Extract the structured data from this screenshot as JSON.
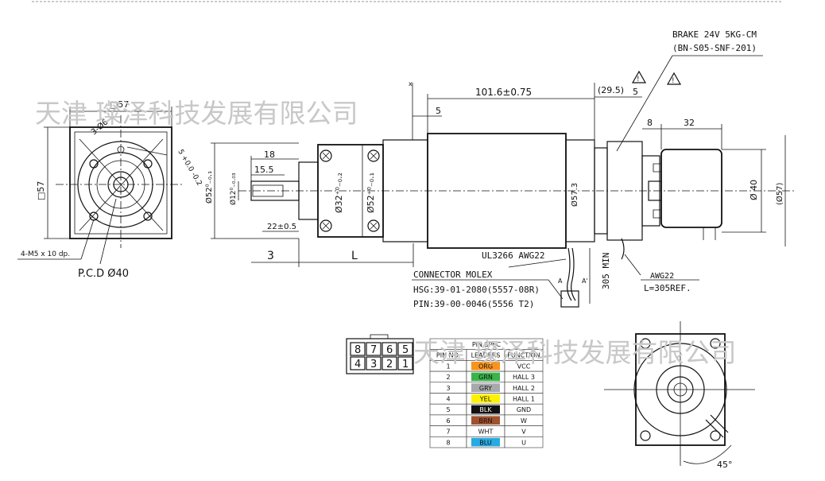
{
  "watermark": {
    "line1": "天津 璨泽科技发展有限公司",
    "line2": "天津 璨泽科技发展有限公司"
  },
  "front_view": {
    "square_top": "□57",
    "square_left": "□57",
    "angle": "3-Ø6",
    "depth": "5 +0.0 -0.2",
    "holes": "4-M5 x 10 dp.",
    "pcd": "P.C.D Ø40"
  },
  "side_view": {
    "dim_18": "18",
    "dim_15_5": "15.5",
    "dia_52": "Ø52⁰₋₀.₁",
    "dia_12": "Ø12⁰₋₀.₀₃",
    "dim_22": "22±0.5",
    "dia_32": "Ø32⁺⁰₋₀.₂",
    "dia_52b": "Ø52⁺⁰₋₀.₁",
    "dim_3": "3",
    "dim_L": "L",
    "dim_5": "5",
    "dim_101": "101.6±0.75",
    "dim_29": "(29.5)",
    "dim_5b": "5",
    "dia_57_3": "Ø57.3",
    "dim_8": "8",
    "dim_32": "32",
    "dia_40": "Ø 40",
    "dia_57": "(Ø57)",
    "x_mark": "x",
    "cable1": "UL3266 AWG22",
    "dim_305": "305 MIN",
    "dim_A": "A",
    "dim_A2": "A'",
    "awg": "AWG22",
    "awg_len": "L=305REF."
  },
  "brake": {
    "line1": "BRAKE 24V 5KG-CM",
    "line2": "(BN-S05-SNF-201)"
  },
  "connector": {
    "title": "CONNECTOR MOLEX",
    "hsg": "HSG:39-01-2080(5557-08R)",
    "pin": "PIN:39-00-0046(5556 T2)",
    "top_pins": [
      "8",
      "7",
      "6",
      "5"
    ],
    "bottom_pins": [
      "4",
      "3",
      "2",
      "1"
    ]
  },
  "pin_table": {
    "title": "PIN SPEC",
    "headers": [
      "PIN NO.",
      "LEADERS",
      "FUNCTION"
    ],
    "rows": [
      {
        "no": "1",
        "leader": "ORG",
        "func": "VCC",
        "color": "#f7941d"
      },
      {
        "no": "2",
        "leader": "GRN",
        "func": "HALL 3",
        "color": "#39b54a"
      },
      {
        "no": "3",
        "leader": "GRY",
        "func": "HALL 2",
        "color": "#a7a9ac"
      },
      {
        "no": "4",
        "leader": "YEL",
        "func": "HALL 1",
        "color": "#fff200"
      },
      {
        "no": "5",
        "leader": "BLK",
        "func": "GND",
        "color": "#111111"
      },
      {
        "no": "6",
        "leader": "BRN",
        "func": "W",
        "color": "#a0522d"
      },
      {
        "no": "7",
        "leader": "WHT",
        "func": "V",
        "color": "#ffffff"
      },
      {
        "no": "8",
        "leader": "BLU",
        "func": "U",
        "color": "#27aae1"
      }
    ]
  },
  "rear_view": {
    "angle": "45°"
  }
}
